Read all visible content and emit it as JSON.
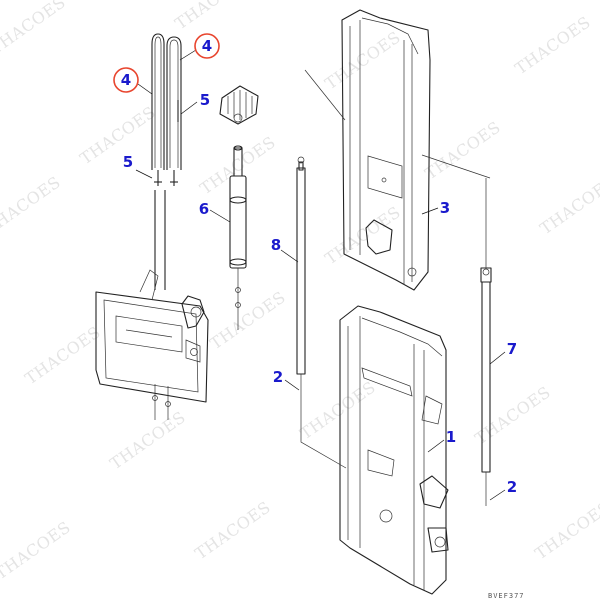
{
  "diagram": {
    "callouts": [
      {
        "id": "c4a",
        "label": "4",
        "circled": true
      },
      {
        "id": "c4b",
        "label": "4",
        "circled": true
      },
      {
        "id": "c5a",
        "label": "5",
        "circled": false
      },
      {
        "id": "c5b",
        "label": "5",
        "circled": false
      },
      {
        "id": "c6",
        "label": "6",
        "circled": false
      },
      {
        "id": "c8",
        "label": "8",
        "circled": false
      },
      {
        "id": "c3",
        "label": "3",
        "circled": false
      },
      {
        "id": "c2a",
        "label": "2",
        "circled": false
      },
      {
        "id": "c7",
        "label": "7",
        "circled": false
      },
      {
        "id": "c1",
        "label": "1",
        "circled": false
      },
      {
        "id": "c2b",
        "label": "2",
        "circled": false
      }
    ],
    "watermark_text": "THACOES",
    "drawing_code": "BVEF377",
    "colors": {
      "callout": "#1a1acc",
      "circle": "#e8452e",
      "line": "#222222",
      "watermark": "#cfcfcf"
    }
  }
}
